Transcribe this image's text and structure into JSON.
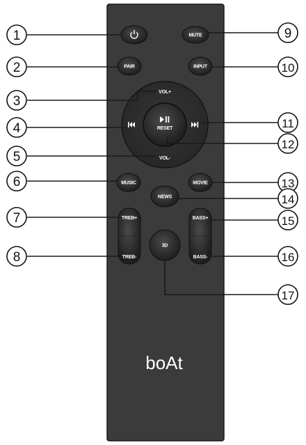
{
  "remote": {
    "brand": "boAt",
    "buttons": {
      "mute": "MUTE",
      "pair": "PAIR",
      "input": "INPUT",
      "vol_up": "VOL+",
      "vol_down": "VOL-",
      "reset": "RESET",
      "music": "MUSIC",
      "movie": "MOVIE",
      "news": "NEWS",
      "treb_up": "TREB+",
      "treb_down": "TREB-",
      "bass_up": "BASS+",
      "bass_down": "BASS-",
      "three_d": "3D"
    }
  },
  "callouts": [
    "1",
    "2",
    "3",
    "4",
    "5",
    "6",
    "7",
    "8",
    "9",
    "10",
    "11",
    "12",
    "13",
    "14",
    "15",
    "16",
    "17"
  ],
  "colors": {
    "body": "#3a3a3a",
    "button": "#2a2a2a",
    "line": "#1a1a1a"
  }
}
